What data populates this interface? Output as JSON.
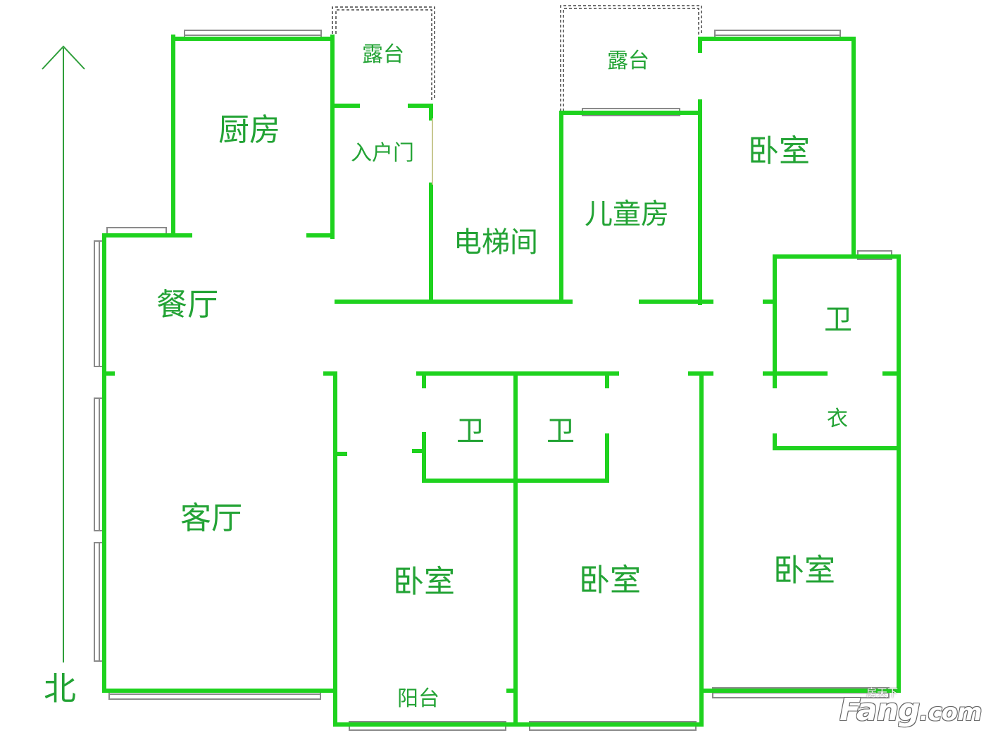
{
  "colors": {
    "wall": "#1ed21e",
    "label": "#23a335",
    "window": "#8a8a8a",
    "north_arrow": "#2e9e3a"
  },
  "compass": {
    "north_label": "北"
  },
  "rooms": {
    "terrace_left": "露台",
    "terrace_right": "露台",
    "kitchen": "厨房",
    "entrance": "入户门",
    "elevator": "电梯间",
    "kids_room": "儿童房",
    "bedroom_ne": "卧室",
    "dining": "餐厅",
    "living": "客厅",
    "bath_east": "卫",
    "wardrobe": "衣",
    "bath_center_left": "卫",
    "bath_center_right": "卫",
    "bedroom_south_1": "卧室",
    "bedroom_south_2": "卧室",
    "bedroom_se": "卧室",
    "balcony": "阳台"
  },
  "watermark": {
    "sub": "房天下",
    "main_prefix": "Fang",
    "main_suffix": ".com"
  }
}
